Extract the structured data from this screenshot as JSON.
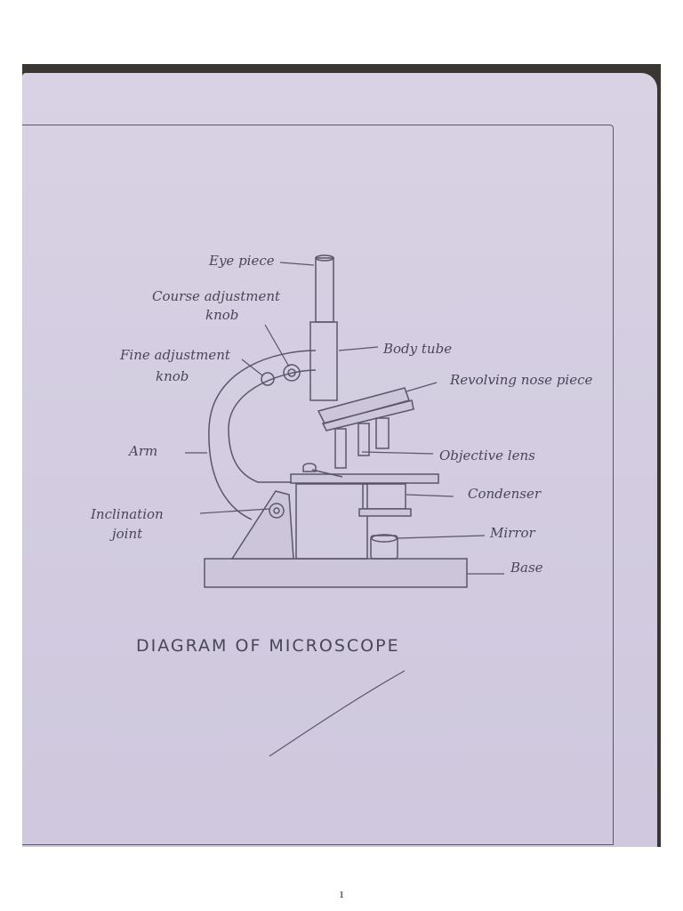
{
  "title": "DIAGRAM OF MICROSCOPE",
  "labels": {
    "eye_piece": "Eye piece",
    "coarse_knob_1": "Course adjustment",
    "coarse_knob_2": "knob",
    "fine_knob_1": "Fine adjustment",
    "fine_knob_2": "knob",
    "arm": "Arm",
    "inclination_1": "Inclination",
    "inclination_2": "joint",
    "body_tube": "Body tube",
    "revolving_nose": "Revolving nose piece",
    "objective_lens": "Objective lens",
    "condenser": "Condenser",
    "mirror": "Mirror",
    "base": "Base"
  },
  "page_number": "1"
}
